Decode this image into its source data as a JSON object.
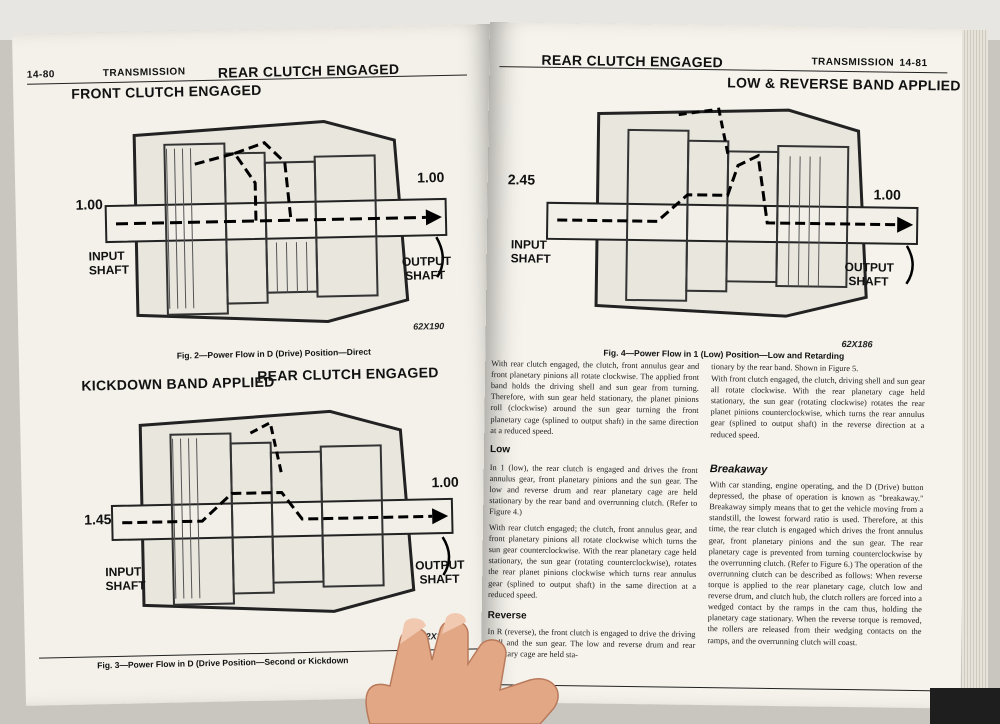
{
  "left_page": {
    "page_number": "14-80",
    "section": "TRANSMISSION",
    "fig2": {
      "labels": {
        "front_clutch": "FRONT CLUTCH ENGAGED",
        "rear_clutch": "REAR CLUTCH ENGAGED",
        "input_ratio": "1.00",
        "output_ratio": "1.00",
        "input_shaft_1": "INPUT",
        "input_shaft_2": "SHAFT",
        "output_shaft_1": "OUTPUT",
        "output_shaft_2": "SHAFT",
        "code": "62X190"
      },
      "caption": "Fig. 2—Power Flow in D (Drive) Position—Direct"
    },
    "fig3": {
      "labels": {
        "kickdown_band": "KICKDOWN BAND APPLIED",
        "rear_clutch": "REAR CLUTCH ENGAGED",
        "input_ratio": "1.45",
        "output_ratio": "1.00",
        "input_shaft_1": "INPUT",
        "input_shaft_2": "SHAFT",
        "output_shaft_1": "OUTPUT",
        "output_shaft_2": "SHAFT",
        "code": "62X189"
      },
      "caption": "Fig. 3—Power Flow in D (Drive Position—Second or Kickdown"
    }
  },
  "right_page": {
    "page_number": "14-81",
    "section": "TRANSMISSION",
    "fig4": {
      "labels": {
        "rear_clutch": "REAR CLUTCH ENGAGED",
        "low_reverse_band": "LOW & REVERSE BAND APPLIED",
        "input_ratio": "2.45",
        "output_ratio": "1.00",
        "input_shaft_1": "INPUT",
        "input_shaft_2": "SHAFT",
        "output_shaft_1": "OUTPUT",
        "output_shaft_2": "SHAFT",
        "code": "62X186"
      },
      "caption": "Fig. 4—Power Flow in 1 (Low) Position—Low and Retarding"
    },
    "col1_para1": "With rear clutch engaged, the clutch, front annulus gear and front planetary pinions all rotate clockwise. The applied front band holds the driving shell and sun gear from turning. Therefore, with sun gear held stationary, the planet pinions roll (clockwise) around the sun gear turning the front planetary cage (splined to output shaft) in the same direction at a reduced speed.",
    "heading_low": "Low",
    "col1_para2": "In 1 (low), the rear clutch is engaged and drives the front annulus gear, front planetary pinions and the sun gear. The low and reverse drum and rear planetary cage are held stationary by the rear band and overrunning clutch. (Refer to Figure 4.)",
    "col1_para3": "With rear clutch engaged; the clutch, front annulus gear, and front planetary pinions all rotate clockwise which turns the sun gear counterclockwise. With the rear planetary cage held stationary, the sun gear (rotating counterclockwise), rotates the rear planet pinions clockwise which turns rear annulus gear (splined to output shaft) in the same direction at a reduced speed.",
    "heading_reverse": "Reverse",
    "col1_para4": "In R (reverse), the front clutch is engaged to drive the driving shell and the sun gear. The low and reverse drum and rear planetary cage are held sta-",
    "col2_para1": "tionary by the rear band. Shown in Figure 5.",
    "col2_para2": "With front clutch engaged, the clutch, driving shell and sun gear all rotate clockwise. With the rear planetary cage held stationary, the sun gear (rotating clockwise) rotates the rear planet pinions counterclockwise, which turns the rear annulus gear (splined to output shaft) in the reverse direction at a reduced speed.",
    "heading_breakaway": "Breakaway",
    "col2_para3": "With car standing, engine operating, and the D (Drive) button depressed, the phase of operation is known as \"breakaway.\" Breakaway simply means that to get the vehicle moving from a standstill, the lowest forward ratio is used. Therefore, at this time, the rear clutch is engaged which drives the front annulus gear, front planetary pinions and the sun gear. The rear planetary cage is prevented from turning counterclockwise by the overrunning clutch. (Refer to Figure 6.) The operation of the overrunning clutch can be described as follows: When reverse torque is applied to the rear planetary cage, clutch low and reverse drum, and clutch hub, the clutch rollers are forced into a wedged contact by the ramps in the cam thus, holding the planetary cage stationary. When the reverse torque is removed, the rollers are released from their wedging contacts on the ramps, and the overrunning clutch will coast."
  }
}
